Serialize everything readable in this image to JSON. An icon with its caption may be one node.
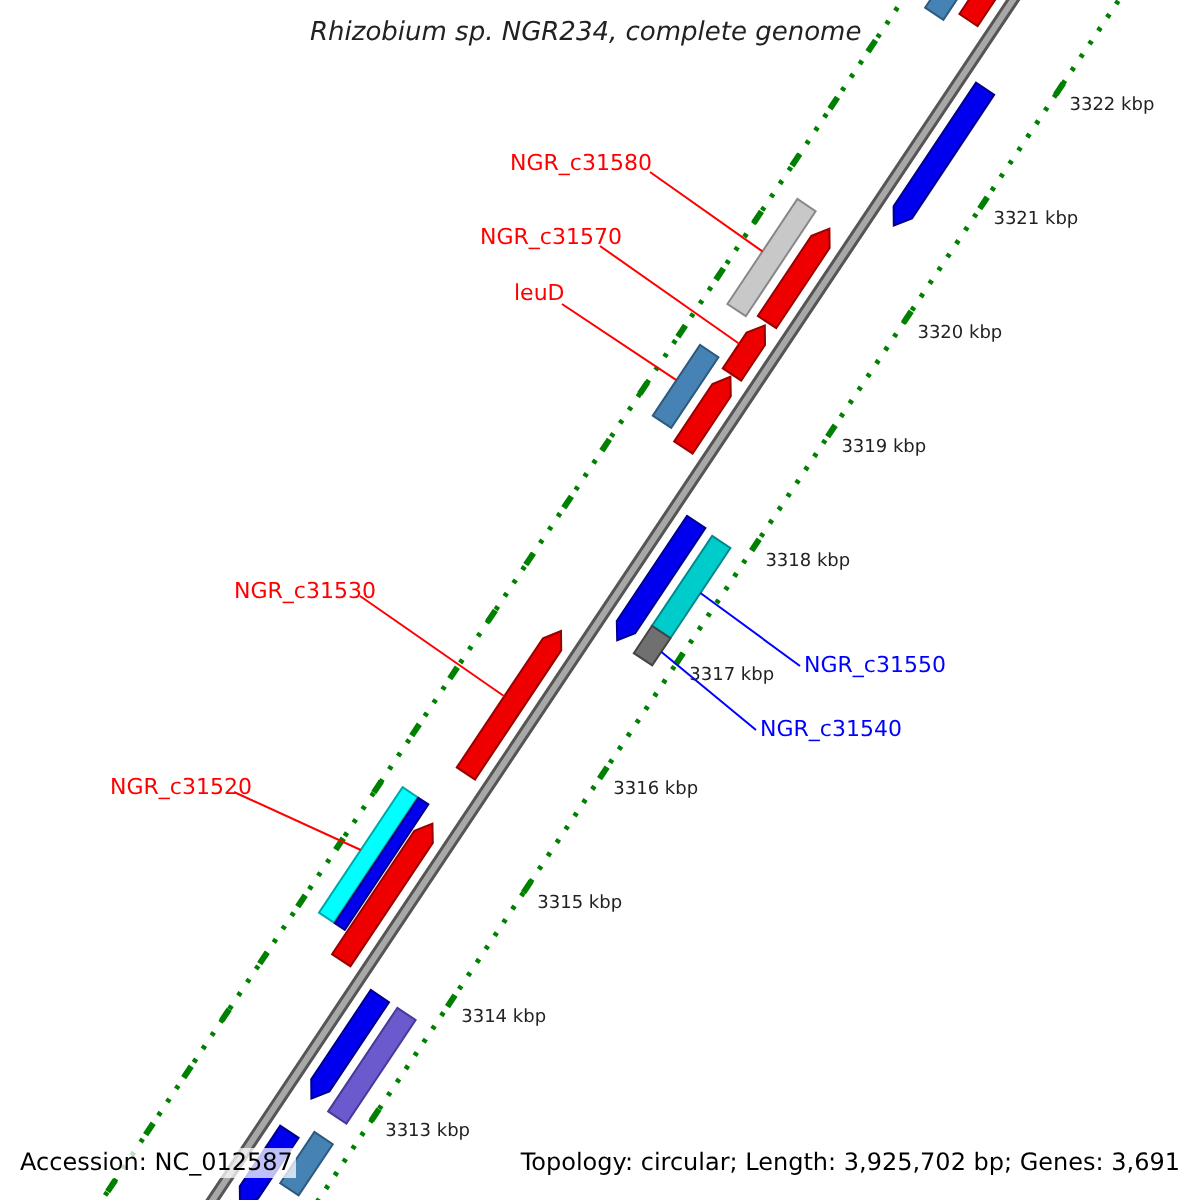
{
  "diagram": {
    "title": "Rhizobium sp. NGR234, complete genome",
    "nodes": [
      {
        "text": [
          "NGR_c31580"
        ]
      },
      {
        "text": [],
        "shape": "bar"
      },
      {
        "text": [
          "NGR_c31570"
        ]
      },
      {
        "text": [],
        "shape": "arrow"
      },
      {
        "text": [
          "leuD"
        ]
      },
      {
        "text": [],
        "shape": "bar"
      },
      {
        "text": [
          "NGR_c31530"
        ]
      },
      {
        "text": [],
        "shape": "arrow"
      },
      {
        "text": [
          "NGR_c31550"
        ]
      },
      {
        "text": [],
        "shape": "bar"
      },
      {
        "text": [
          "NGR_c31540"
        ]
      },
      {
        "text": [],
        "shape": "bar"
      },
      {
        "text": [
          "NGR_c31520"
        ]
      },
      {
        "text": [],
        "shape": "bar"
      },
      {
        "text": [],
        "shape": "arrow"
      },
      {
        "text": [],
        "shape": "bar"
      },
      {
        "text": [],
        "shape": "arrow"
      },
      {
        "text": [],
        "shape": "arrow"
      },
      {
        "text": [],
        "shape": "arrow"
      },
      {
        "text": [],
        "shape": "arrow"
      },
      {
        "text": [],
        "shape": "arrow"
      },
      {
        "text": [],
        "shape": "bar"
      },
      {
        "text": [],
        "shape": "arrow"
      },
      {
        "text": [],
        "shape": "bar"
      },
      {
        "text": [],
        "shape": "arrow"
      },
      {
        "text": [],
        "shape": "bar"
      }
    ],
    "edges": [
      {
        "from": 0,
        "to": 1,
        "arrow": "none"
      },
      {
        "from": 2,
        "to": 3,
        "arrow": "none"
      },
      {
        "from": 4,
        "to": 5,
        "arrow": "none"
      },
      {
        "from": 6,
        "to": 7,
        "arrow": "none"
      },
      {
        "from": 8,
        "to": 9,
        "arrow": "none",
        "color": "#0000ff"
      },
      {
        "from": 10,
        "to": 11,
        "arrow": "none",
        "color": "#0000ff"
      },
      {
        "from": 12,
        "to": 13,
        "arrow": "none"
      }
    ],
    "labels": [
      "3322 kbp",
      "3321 kbp",
      "3320 kbp",
      "3319 kbp",
      "3318 kbp",
      "3317 kbp",
      "3316 kbp",
      "3315 kbp",
      "3314 kbp",
      "3313 kbp",
      "Accession: NC_012587",
      "Topology: circular; Length: 3,925,702 bp; Genes: 3,691"
    ]
  }
}
